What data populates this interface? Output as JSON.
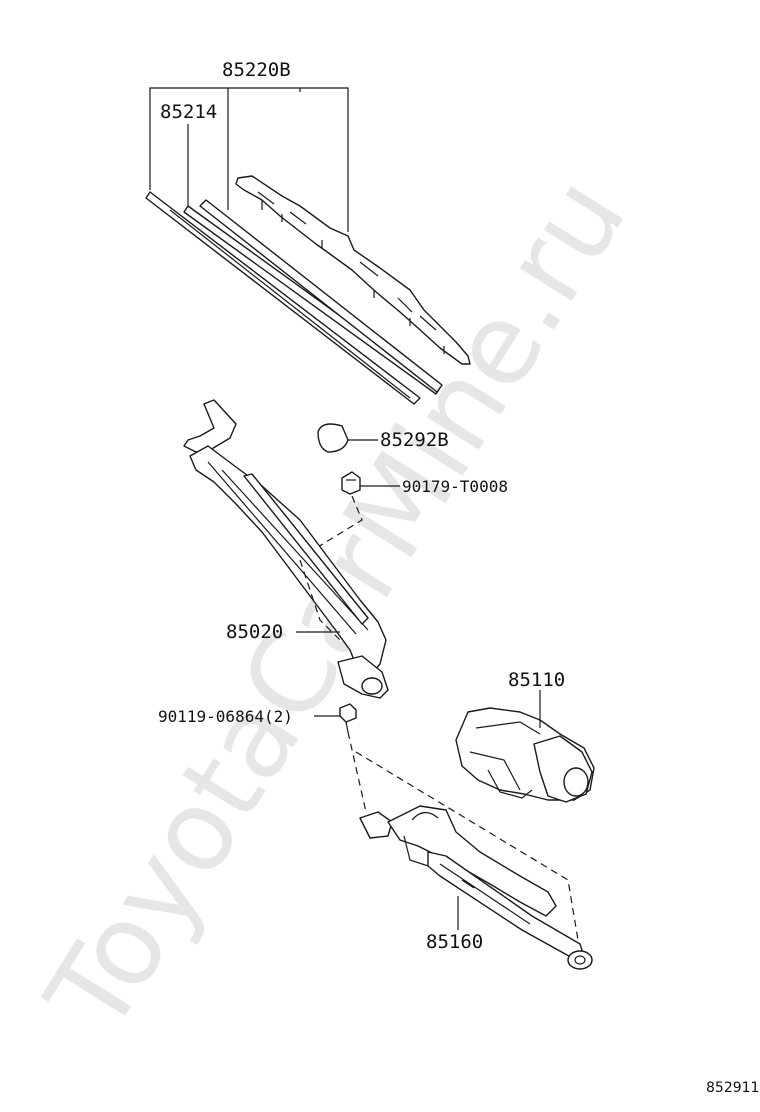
{
  "watermark": "ToyotaCarMine.ru",
  "figure_code": "852911",
  "callouts": {
    "wiper_blade_assy": "85220B",
    "blade_insert": "85214",
    "cap": "85292B",
    "nut": "90179-T0008",
    "wiper_arm": "85020",
    "motor": "85110",
    "bolt": "90119-06864(2)",
    "link_assy": "85160"
  }
}
